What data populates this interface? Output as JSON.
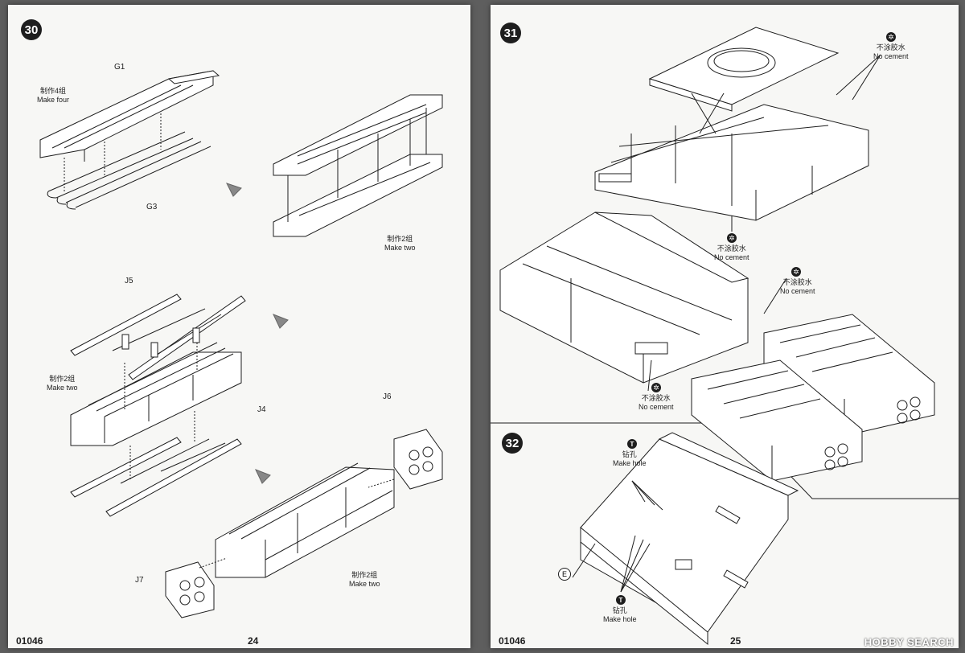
{
  "left_page": {
    "step30": {
      "number": "30"
    },
    "parts": {
      "g1": "G1",
      "g3": "G3",
      "j5": "J5",
      "j4": "J4",
      "j6": "J6",
      "j7": "J7"
    },
    "labels": {
      "make_four": {
        "zh": "制作4组",
        "en": "Make four"
      },
      "make_two_a": {
        "zh": "制作2组",
        "en": "Make two"
      },
      "make_two_b": {
        "zh": "制作2组",
        "en": "Make two"
      },
      "make_two_c": {
        "zh": "制作2组",
        "en": "Make two"
      }
    },
    "footer": {
      "code": "01046",
      "page": "24"
    }
  },
  "right_page": {
    "step31": {
      "number": "31"
    },
    "step32": {
      "number": "32"
    },
    "no_cement": [
      {
        "zh": "不涂胶水",
        "en": "No cement"
      },
      {
        "zh": "不涂胶水",
        "en": "No cement"
      },
      {
        "zh": "不涂胶水",
        "en": "No cement"
      },
      {
        "zh": "不涂胶水",
        "en": "No cement"
      }
    ],
    "make_hole": [
      {
        "zh": "钻孔",
        "en": "Make hole"
      },
      {
        "zh": "钻孔",
        "en": "Make hole"
      }
    ],
    "part_e": "E",
    "footer": {
      "code": "01046",
      "page": "25"
    }
  },
  "watermark": "HOBBY SEARCH",
  "colors": {
    "ink": "#1e1e1e",
    "paper": "#f7f7f5",
    "background": "#5e5e5e"
  }
}
